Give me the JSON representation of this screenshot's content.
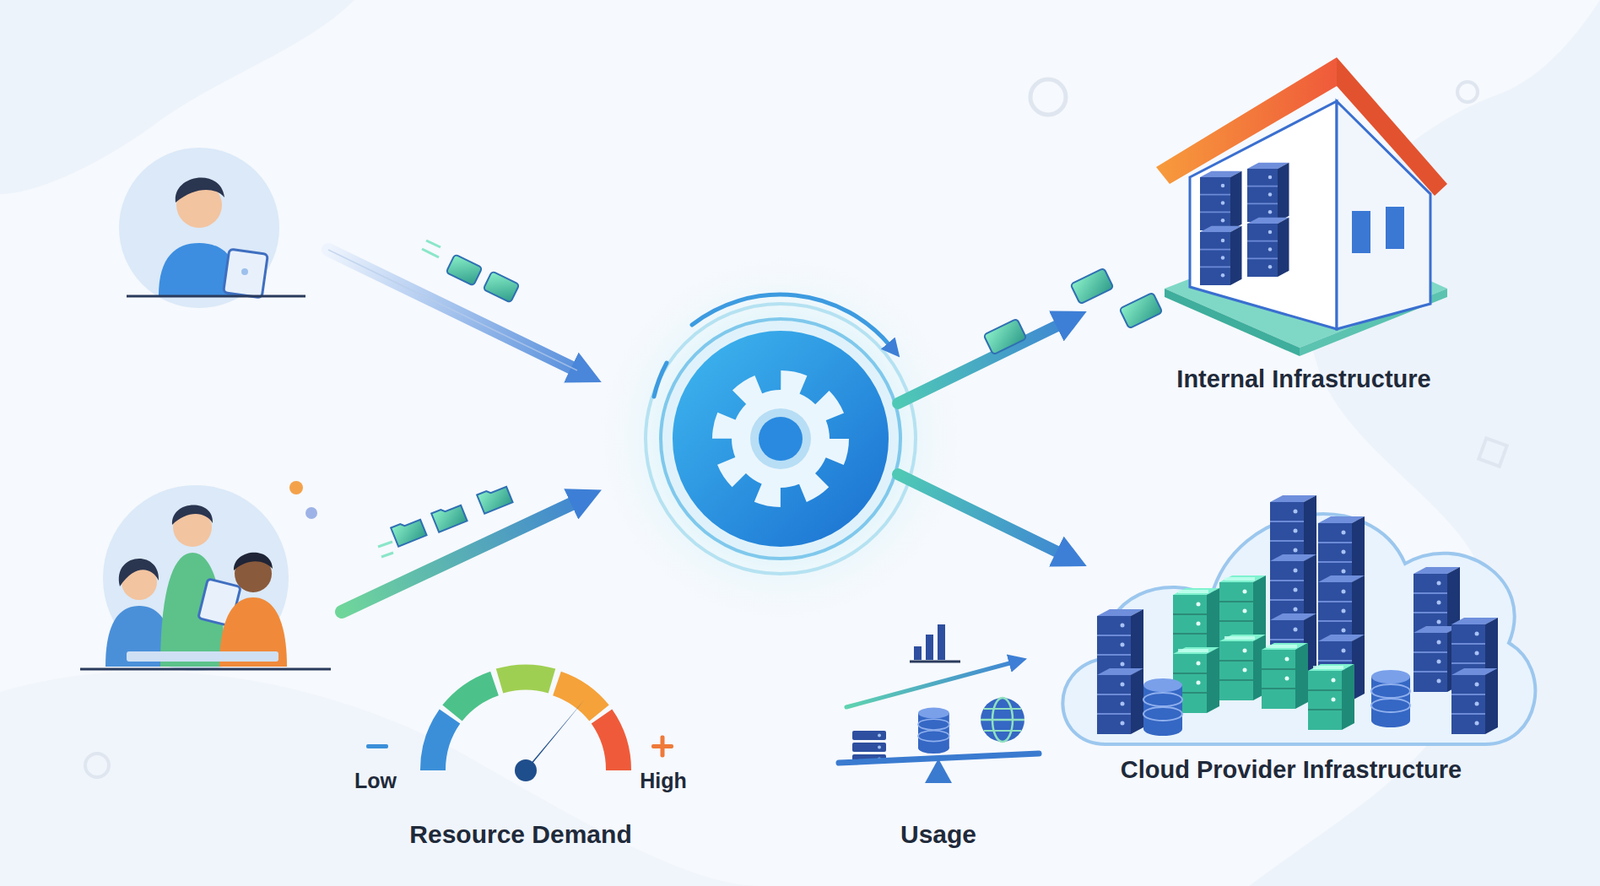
{
  "diagram": {
    "nodes": [
      {
        "text": [
          "Internal Infrastructure"
        ]
      },
      {
        "text": [
          "Cloud Provider Infrastructure"
        ]
      }
    ],
    "labels": [
      "Low",
      "High",
      "Resource Demand",
      "Usage"
    ]
  }
}
